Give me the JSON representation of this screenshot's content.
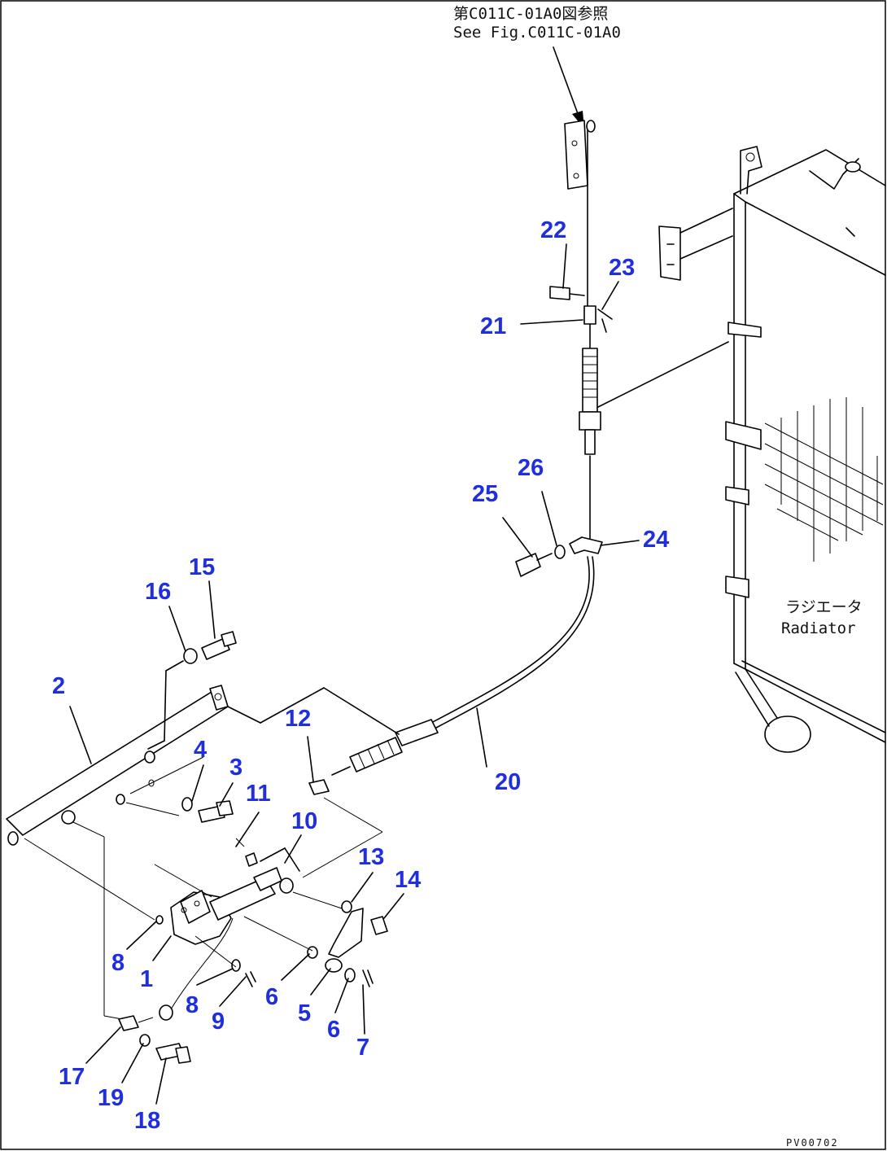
{
  "reference_note": {
    "line1": "第C011C-01A0図参照",
    "line2": "See Fig.C011C-01A0"
  },
  "radiator_label": {
    "jp": "ラジエータ",
    "en": "Radiator"
  },
  "figure_code": "PV00702",
  "callouts": [
    "1",
    "2",
    "3",
    "4",
    "5",
    "6",
    "6",
    "7",
    "8",
    "8",
    "9",
    "10",
    "11",
    "12",
    "13",
    "14",
    "15",
    "16",
    "17",
    "18",
    "19",
    "20",
    "21",
    "22",
    "23",
    "24",
    "25",
    "26"
  ]
}
